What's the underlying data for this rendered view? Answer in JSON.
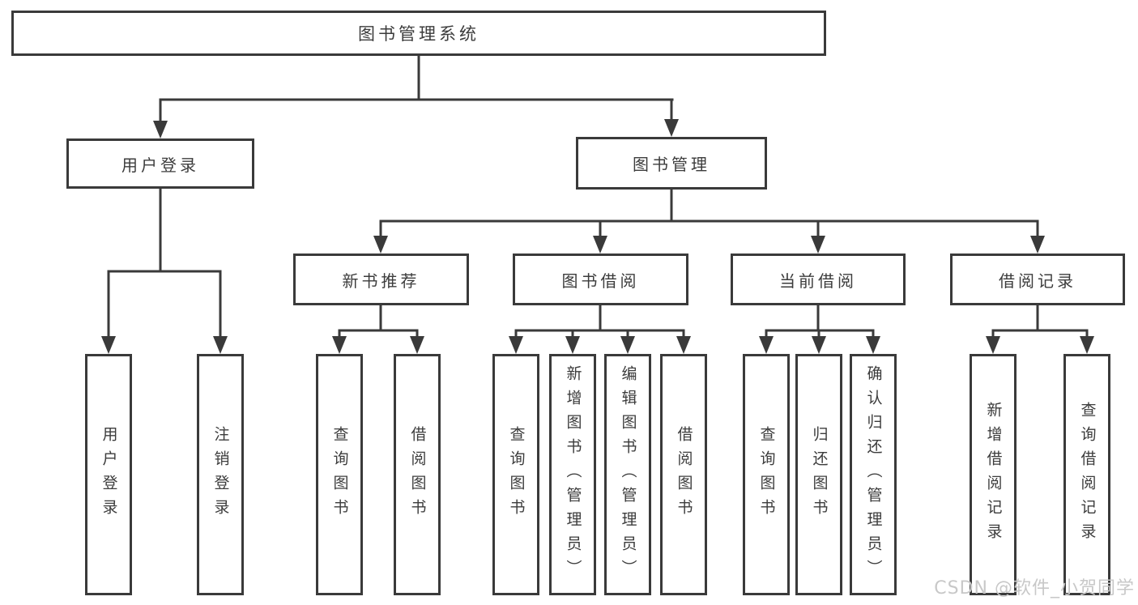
{
  "diagram": {
    "root": "图书管理系统",
    "level1": {
      "user_login": "用户登录",
      "book_management": "图书管理"
    },
    "level2": {
      "new_book_recommend": "新书推荐",
      "book_borrow": "图书借阅",
      "current_borrow": "当前借阅",
      "borrow_records": "借阅记录"
    },
    "leaves": {
      "user_login": [
        "用户登录",
        "注销登录"
      ],
      "new_book_recommend": [
        "查询图书",
        "借阅图书"
      ],
      "book_borrow": [
        "查询图书",
        "新增图书（管理员）",
        "编辑图书（管理员）",
        "借阅图书"
      ],
      "current_borrow": [
        "查询图书",
        "归还图书",
        "确认归还（管理员）"
      ],
      "borrow_records": [
        "新增借阅记录",
        "查询借阅记录"
      ]
    }
  },
  "watermark": {
    "text": "CSDN @软件_小贺同学",
    "color": "#c8c8c8"
  },
  "colors": {
    "line": "#3a3a3a",
    "box_border": "#3a3a3a",
    "text": "#3c3c3c",
    "background": "#ffffff"
  }
}
